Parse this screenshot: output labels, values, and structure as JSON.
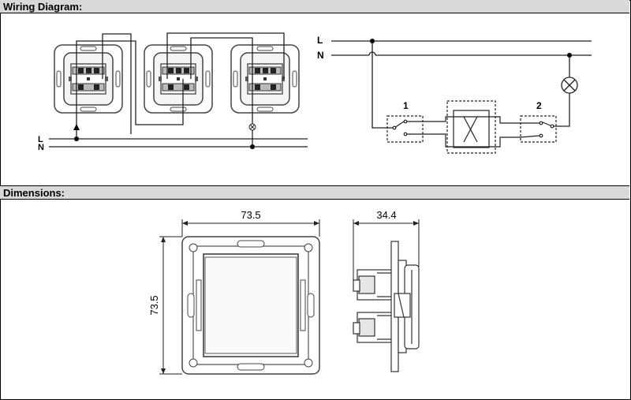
{
  "sections": {
    "wiring_title": "Wiring Diagram:",
    "dimensions_title": "Dimensions:"
  },
  "wiring": {
    "left_label_l": "L",
    "left_label_n": "N",
    "right_label_l": "L",
    "right_label_n": "N",
    "switch_1_label": "1",
    "switch_2_label": "2"
  },
  "dimensions": {
    "front_width": "73.5",
    "front_height": "73.5",
    "side_depth": "34.4"
  }
}
